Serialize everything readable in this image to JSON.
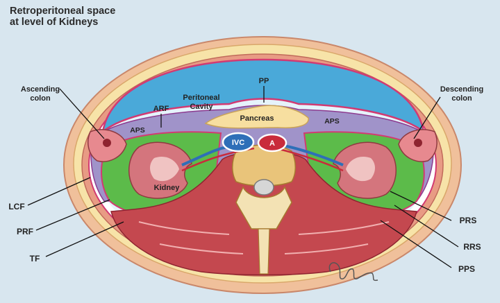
{
  "title": {
    "line1": "Retroperitoneal space",
    "line2": "at level of Kidneys"
  },
  "labels": {
    "ascending_colon": [
      "Ascending",
      "colon"
    ],
    "descending_colon": [
      "Descending",
      "colon"
    ],
    "arf": "ARF",
    "peritoneal_cavity": [
      "Peritoneal",
      "Cavity"
    ],
    "pp": "PP",
    "pancreas": "Pancreas",
    "aps_left": "APS",
    "aps_right": "APS",
    "ivc": "IVC",
    "aorta": "A",
    "kidney": "Kidney",
    "lcf": "LCF",
    "prf": "PRF",
    "tf": "TF",
    "prs": "PRS",
    "rrs": "RRS",
    "pps": "PPS"
  },
  "colors": {
    "background": "#d8e6ef",
    "skin": "#f3c9a6",
    "fat": "#f7e3a8",
    "muscle": "#c0474f",
    "peritoneal_cavity": "#5bb3dd",
    "anterior_pararenal_space": "#9f93c8",
    "perirenal_space": "#59b94a",
    "fascia": "#c2185b",
    "kidney": "#d5727b",
    "ivc": "#2e6fb8",
    "aorta": "#c92b3b",
    "pancreas": "#f7dfa0"
  }
}
